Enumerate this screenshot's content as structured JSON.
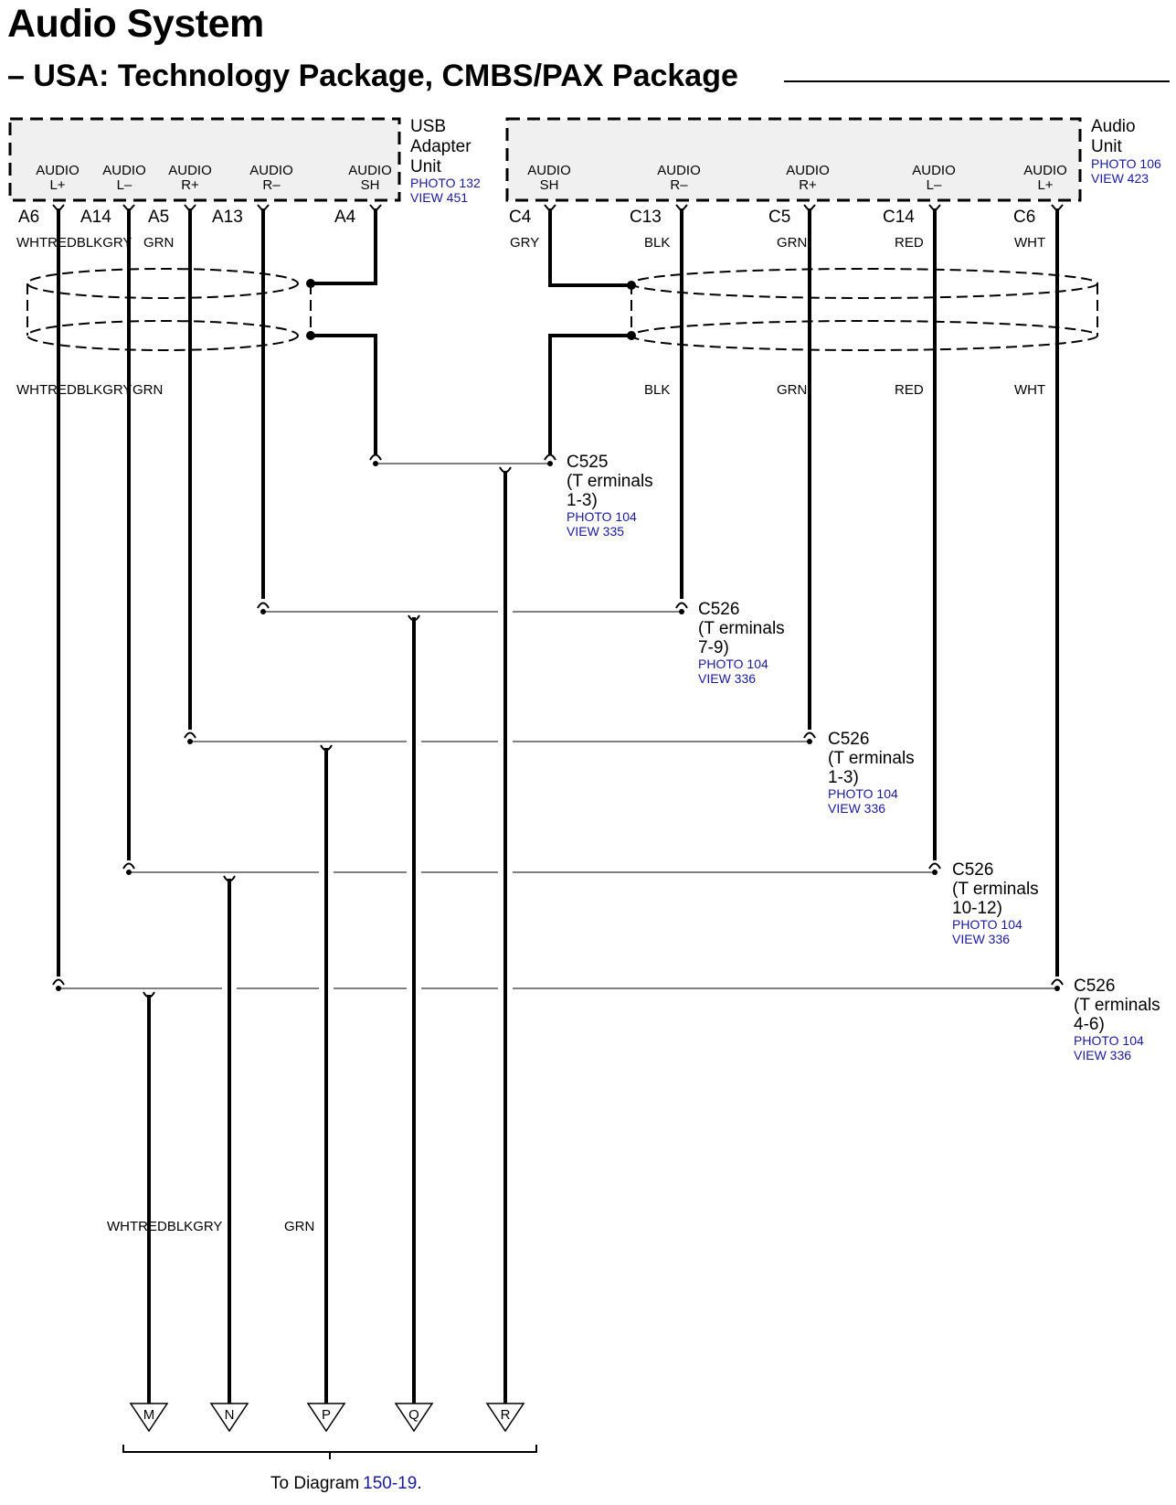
{
  "title": "Audio System",
  "subtitle": "USA: Technology Package, CMBS/PAX Package",
  "usb_unit": {
    "name": [
      "USB",
      "Adapter",
      "Unit"
    ],
    "photo": "PHOTO 132",
    "view": "VIEW 451",
    "pins": [
      {
        "l1": "AUDIO",
        "l2": "L+",
        "pin": "A6"
      },
      {
        "l1": "AUDIO",
        "l2": "L–",
        "pin": "A14"
      },
      {
        "l1": "AUDIO",
        "l2": "R+",
        "pin": "A5"
      },
      {
        "l1": "AUDIO",
        "l2": "R–",
        "pin": "A13"
      },
      {
        "l1": "AUDIO",
        "l2": "SH",
        "pin": "A4"
      }
    ],
    "wire_colors_top": [
      "WHT",
      "RED",
      "BLK",
      "GRY",
      "GRN"
    ],
    "wire_colors_bottom": [
      "WHT",
      "RED",
      "BLK",
      "GRY",
      "GRN"
    ]
  },
  "audio_unit": {
    "name": [
      "Audio",
      "Unit"
    ],
    "photo": "PHOTO 106",
    "view": "VIEW 423",
    "pins": [
      {
        "l1": "AUDIO",
        "l2": "SH",
        "pin": "C4"
      },
      {
        "l1": "AUDIO",
        "l2": "R–",
        "pin": "C13"
      },
      {
        "l1": "AUDIO",
        "l2": "R+",
        "pin": "C5"
      },
      {
        "l1": "AUDIO",
        "l2": "L–",
        "pin": "C14"
      },
      {
        "l1": "AUDIO",
        "l2": "L+",
        "pin": "C6"
      }
    ],
    "wire_colors_top": [
      "GRY",
      "BLK",
      "GRN",
      "RED",
      "WHT"
    ],
    "wire_colors_bottom": [
      "BLK",
      "GRN",
      "RED",
      "WHT"
    ]
  },
  "connectors": [
    {
      "name": "C525",
      "t1": "(T erminals",
      "t2": "1-3)",
      "photo": "PHOTO 104",
      "view": "VIEW 335"
    },
    {
      "name": "C526",
      "t1": "(T erminals",
      "t2": "7-9)",
      "photo": "PHOTO 104",
      "view": "VIEW 336"
    },
    {
      "name": "C526",
      "t1": "(T erminals",
      "t2": "1-3)",
      "photo": "PHOTO 104",
      "view": "VIEW 336"
    },
    {
      "name": "C526",
      "t1": "(T erminals",
      "t2": "10-12)",
      "photo": "PHOTO 104",
      "view": "VIEW 336"
    },
    {
      "name": "C526",
      "t1": "(T erminals",
      "t2": "4-6)",
      "photo": "PHOTO 104",
      "view": "VIEW 336"
    }
  ],
  "lower_wire_colors": [
    "WHT",
    "RED",
    "BLK",
    "GRY",
    "GRN"
  ],
  "outputs": [
    "M",
    "N",
    "P",
    "Q",
    "R"
  ],
  "footer": {
    "prefix": "To Diagram",
    "link": "150-19",
    "suffix": "."
  }
}
